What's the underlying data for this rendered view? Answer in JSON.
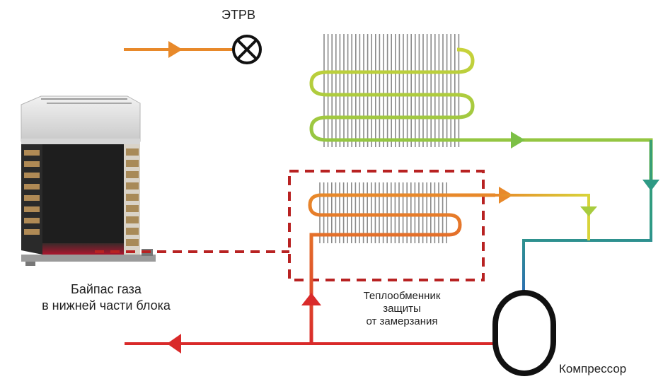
{
  "labels": {
    "etrv": "ЭТРВ",
    "bypass": [
      "Байпас газа",
      "в нижней части блока"
    ],
    "heat_exchanger": [
      "Теплообменник",
      "защиты",
      "от замерзания"
    ],
    "compressor": "Компрессор"
  },
  "colors": {
    "orange": "#e8892a",
    "yellow": "#d8d43a",
    "green": "#7cc046",
    "teal": "#2e9a85",
    "blue": "#2c6cb5",
    "red": "#d92a2a",
    "dashed_box": "#b82222",
    "fins": "#8a8a8a",
    "compressor": "#111111"
  }
}
